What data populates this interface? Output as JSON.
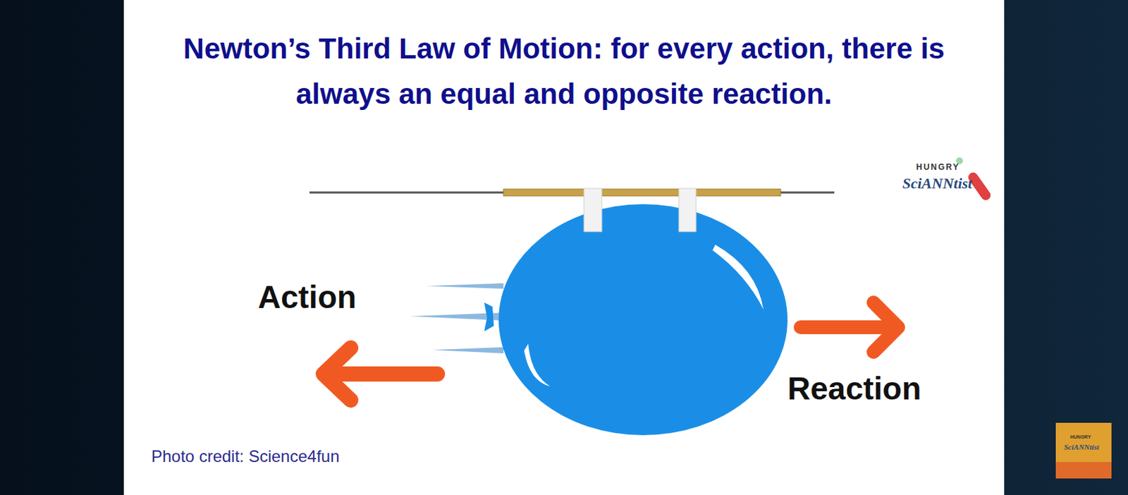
{
  "diagram": {
    "title": "Newton’s Third Law of Motion: for every action, there is always an equal and opposite reaction.",
    "caption": "Photo credit: Science4fun",
    "labels": [
      "Action",
      "Reaction",
      "HUNGRY",
      "SciANNtist",
      "HUNGRY",
      "SciANNtist"
    ]
  }
}
